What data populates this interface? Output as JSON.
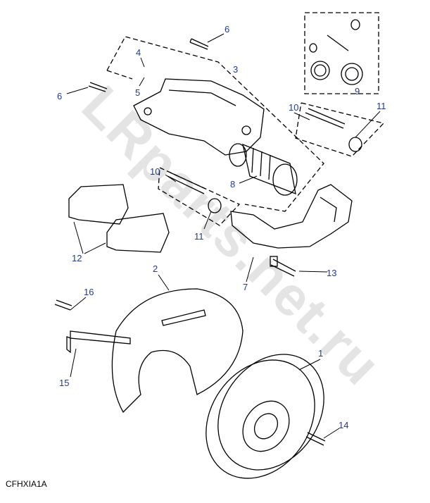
{
  "watermark": "LRparts.net.ru",
  "diagram_code": "CFHXIA1A",
  "label_color": "#1f3a9a",
  "callouts": [
    {
      "id": "c6a",
      "text": "6"
    },
    {
      "id": "c4",
      "text": "4"
    },
    {
      "id": "c3",
      "text": "3"
    },
    {
      "id": "c5",
      "text": "5"
    },
    {
      "id": "c6b",
      "text": "6"
    },
    {
      "id": "c9",
      "text": "9"
    },
    {
      "id": "c10a",
      "text": "10"
    },
    {
      "id": "c11a",
      "text": "11"
    },
    {
      "id": "c10b",
      "text": "10"
    },
    {
      "id": "c8",
      "text": "8"
    },
    {
      "id": "c11b",
      "text": "11"
    },
    {
      "id": "c12",
      "text": "12"
    },
    {
      "id": "c7",
      "text": "7"
    },
    {
      "id": "c13",
      "text": "13"
    },
    {
      "id": "c2",
      "text": "2"
    },
    {
      "id": "c16",
      "text": "16"
    },
    {
      "id": "c1",
      "text": "1"
    },
    {
      "id": "c15",
      "text": "15"
    },
    {
      "id": "c14",
      "text": "14"
    }
  ]
}
